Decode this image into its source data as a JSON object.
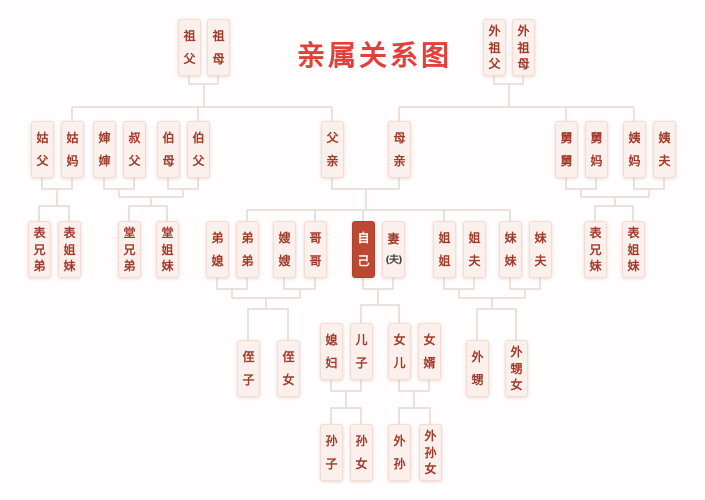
{
  "title": "亲属关系图",
  "colors": {
    "title": "#e0413a",
    "box_bg": "#fbf0ec",
    "box_border": "#f2dcd3",
    "box_text": "#a03b2b",
    "self_box_bg": "#bc4733",
    "self_box_text": "#ffffff",
    "line": "#e3d9d5"
  },
  "nodes": {
    "zufu": [
      "祖",
      "父"
    ],
    "zumu": [
      "祖",
      "母"
    ],
    "waizufu": [
      "外",
      "祖",
      "父"
    ],
    "waizumu": [
      "外",
      "祖",
      "母"
    ],
    "gufu": [
      "姑",
      "父"
    ],
    "guma": [
      "姑",
      "妈"
    ],
    "shenshen": [
      "婶",
      "婶"
    ],
    "shufu": [
      "叔",
      "父"
    ],
    "bomu": [
      "伯",
      "母"
    ],
    "bofu": [
      "伯",
      "父"
    ],
    "fuqin": [
      "父",
      "亲"
    ],
    "muqin": [
      "母",
      "亲"
    ],
    "jiujiu": [
      "舅",
      "舅"
    ],
    "jiuma": [
      "舅",
      "妈"
    ],
    "yima": [
      "姨",
      "妈"
    ],
    "yifu": [
      "姨",
      "夫"
    ],
    "biaoxiongdi_left": [
      "表",
      "兄",
      "弟"
    ],
    "biaojiemei_left": [
      "表",
      "姐",
      "妹"
    ],
    "tangxiongdi": [
      "堂",
      "兄",
      "弟"
    ],
    "tangjiemei": [
      "堂",
      "姐",
      "妹"
    ],
    "dixi": [
      "弟",
      "媳"
    ],
    "didi": [
      "弟",
      "弟"
    ],
    "saosao": [
      "嫂",
      "嫂"
    ],
    "gege": [
      "哥",
      "哥"
    ],
    "ziji": [
      "自",
      "己"
    ],
    "qifu": [
      "妻",
      "(夫)"
    ],
    "jiejie": [
      "姐",
      "姐"
    ],
    "jiefu": [
      "姐",
      "夫"
    ],
    "meimei": [
      "妹",
      "妹"
    ],
    "meifu": [
      "妹",
      "夫"
    ],
    "biaoxiongmei_right": [
      "表",
      "兄",
      "妹"
    ],
    "biaojiemei_right": [
      "表",
      "姐",
      "妹"
    ],
    "zhizi": [
      "侄",
      "子"
    ],
    "zhinv": [
      "侄",
      "女"
    ],
    "xifu": [
      "媳",
      "妇"
    ],
    "erzi": [
      "儿",
      "子"
    ],
    "nver": [
      "女",
      "儿"
    ],
    "nvxu": [
      "女",
      "婿"
    ],
    "waisheng": [
      "外",
      "甥"
    ],
    "waishengnv": [
      "外",
      "甥",
      "女"
    ],
    "sunzi": [
      "孙",
      "子"
    ],
    "sunnv": [
      "孙",
      "女"
    ],
    "waisun": [
      "外",
      "孙"
    ],
    "waisunnv": [
      "外",
      "孙",
      "女"
    ]
  }
}
